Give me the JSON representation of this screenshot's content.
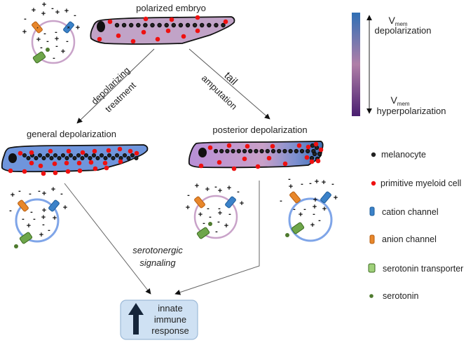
{
  "colors": {
    "depolarized": "#6f95dc",
    "polarized": "#c1a3c7",
    "hyperpolarized": "#5a2a7a",
    "myeloid": "#ee1111",
    "melanocyte": "#222222",
    "cation_channel": "#3b82c9",
    "anion_channel": "#e8872b",
    "transporter": "#6ea64a",
    "serotonin": "#4e7a2e",
    "membrane_polarized": "#c9a3c9",
    "membrane_depolarized": "#7fa5e8",
    "immune_box_fill": "#cfe1f3",
    "immune_box_border": "#9dbad8"
  },
  "panels": {
    "top": {
      "title": "polarized embryo"
    },
    "left": {
      "title": "general depolarization"
    },
    "right": {
      "title": "posterior depolarization"
    }
  },
  "arrows": {
    "left_label_line1": "depolarizing",
    "left_label_line2": "treatment",
    "right_label_line1": "tail",
    "right_label_line2": "amputation",
    "bottom_label_line1": "serotonergic",
    "bottom_label_line2": "signaling"
  },
  "scale": {
    "top_symbol": "V",
    "top_subscript": "mem",
    "top_label": "depolarization",
    "bottom_symbol": "V",
    "bottom_subscript": "mem",
    "bottom_label": "hyperpolarization"
  },
  "legend": [
    {
      "icon": "melanocyte-dot-icon",
      "label": "melanocyte"
    },
    {
      "icon": "myeloid-dot-icon",
      "label": "primitive myeloid cell"
    },
    {
      "icon": "cation-channel-icon",
      "label": "cation channel"
    },
    {
      "icon": "anion-channel-icon",
      "label": "anion channel"
    },
    {
      "icon": "serotonin-transporter-icon",
      "label": "serotonin transporter"
    },
    {
      "icon": "serotonin-icon",
      "label": "serotonin"
    }
  ],
  "outcome": {
    "line1": "innate",
    "line2": "immune",
    "line3": "response",
    "icon": "up-arrow-icon"
  }
}
